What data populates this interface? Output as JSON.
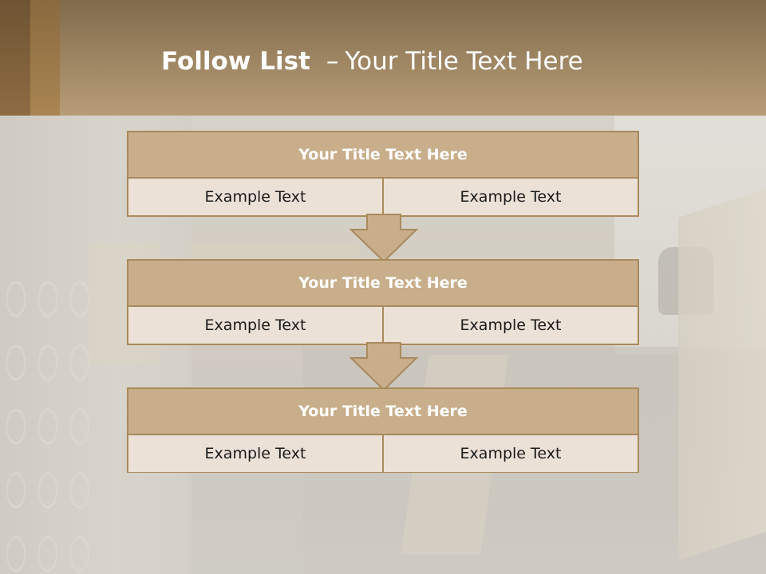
{
  "slide": {
    "title_bold": "Follow List",
    "title_dash": "–",
    "title_rest": "Your Title Text Here"
  },
  "colors": {
    "header_top": "#7f6a4a",
    "header_bottom": "#b79c76",
    "box_title_fill": "#c9ae8b",
    "box_body_fill": "#ebe1d7",
    "box_border": "#a98a5c",
    "arrow_fill": "#c9ae8b"
  },
  "flow": [
    {
      "title": "Your Title Text Here",
      "cells": [
        "Example Text",
        "Example Text"
      ]
    },
    {
      "title": "Your Title Text Here",
      "cells": [
        "Example Text",
        "Example Text"
      ]
    },
    {
      "title": "Your Title Text Here",
      "cells": [
        "Example Text",
        "Example Text"
      ]
    }
  ],
  "connectors": [
    "down-arrow-icon",
    "down-arrow-icon"
  ]
}
